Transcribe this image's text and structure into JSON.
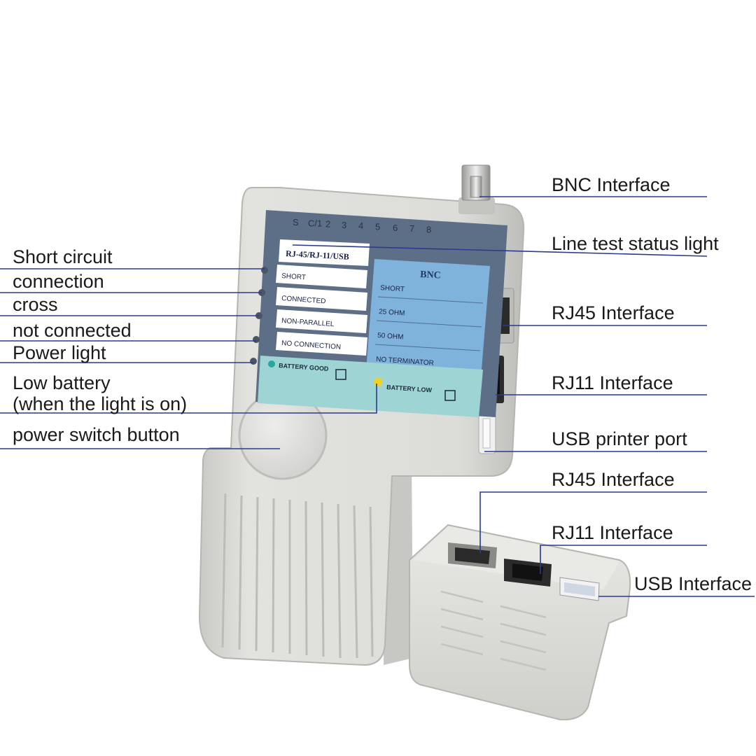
{
  "left_labels": {
    "short_circuit": "Short circuit",
    "connection": "connection",
    "cross": "cross",
    "not_connected": "not connected",
    "power_light": "Power light",
    "low_battery_line1": "Low battery",
    "low_battery_line2": "(when the light is on)",
    "power_switch": "power switch button"
  },
  "right_labels": {
    "bnc": "BNC Interface",
    "line_test": "Line test status light",
    "rj45": "RJ45 Interface",
    "rj11": "RJ11 Interface",
    "usb_printer": "USB printer port",
    "remote_rj45": "RJ45 Interface",
    "remote_rj11": "RJ11 Interface",
    "remote_usb": "USB Interface"
  },
  "panel": {
    "channels": [
      "S",
      "C/1",
      "2",
      "3",
      "4",
      "5",
      "6",
      "7",
      "8"
    ],
    "title_rj": "RJ-45/RJ-11/USB",
    "title_bnc": "BNC",
    "rj_rows": [
      "SHORT",
      "CONNECTED",
      "NON-PARALLEL",
      "NO CONNECTION"
    ],
    "bnc_rows": [
      "SHORT",
      "25 OHM",
      "50 OHM",
      "NO TERMINATOR"
    ],
    "battery_good": "BATTERY GOOD",
    "battery_low": "BATTERY LOW"
  },
  "colors": {
    "leader_line": "#2b3a8f",
    "device_body": "#d9d9d6",
    "panel_blue": "#7fb3dc",
    "panel_dark": "#5d6f86",
    "battery_strip": "#9fd4d4",
    "led_yellow": "#f2d21b",
    "led_teal": "#2aa6a0"
  }
}
